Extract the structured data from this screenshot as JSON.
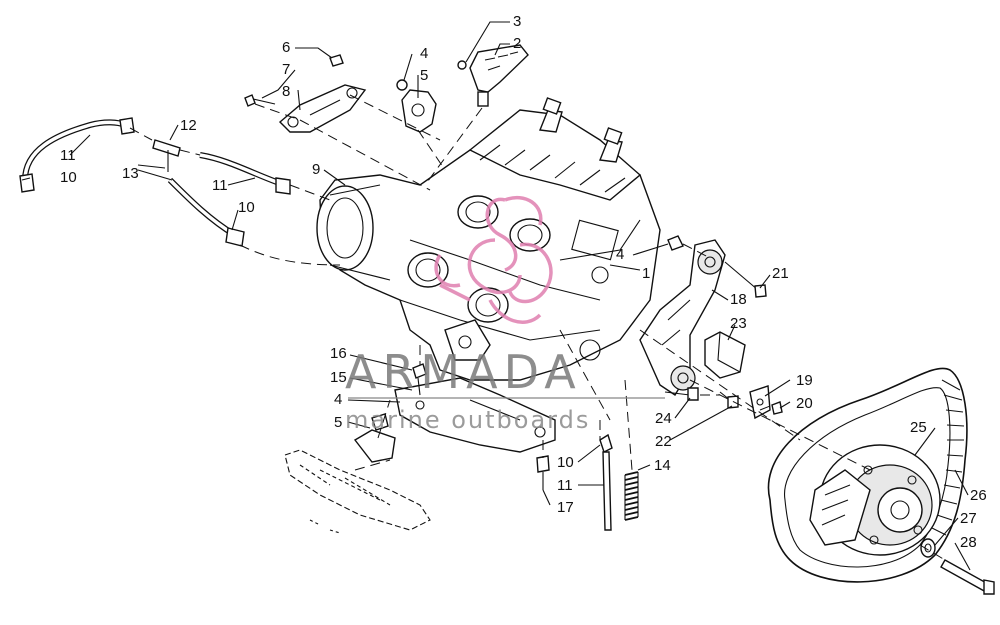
{
  "watermark": {
    "brand": "ARMADA",
    "tagline": "marine outboards",
    "logo_color": "#e07fb0",
    "text_color": "#7a7a7a"
  },
  "callouts": [
    "1",
    "2",
    "3",
    "4",
    "5",
    "6",
    "7",
    "8",
    "9",
    "10",
    "11",
    "12",
    "13",
    "14",
    "15",
    "16",
    "17",
    "18",
    "19",
    "20",
    "21",
    "22",
    "23",
    "24",
    "25",
    "26",
    "27",
    "28"
  ],
  "icons": [
    "armada-logo-icon"
  ]
}
